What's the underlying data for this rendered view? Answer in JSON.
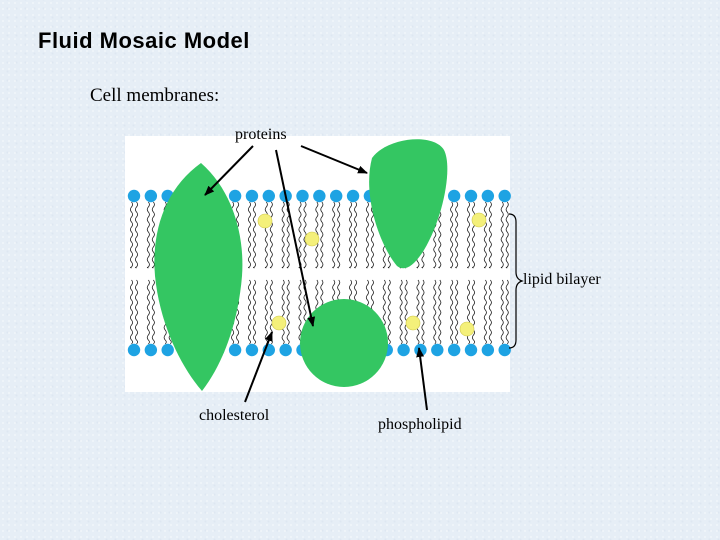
{
  "title": "Fluid Mosaic Model",
  "subtitle": "Cell membranes:",
  "labels": {
    "proteins": "proteins",
    "lipid_bilayer": "lipid bilayer",
    "cholesterol": "cholesterol",
    "phospholipid": "phospholipid"
  },
  "colors": {
    "background": "#e6eef6",
    "protein": "#34c662",
    "phospholipid_head": "#1ea3e3",
    "cholesterol": "#f4f07a",
    "membrane_panel": "#ffffff"
  }
}
